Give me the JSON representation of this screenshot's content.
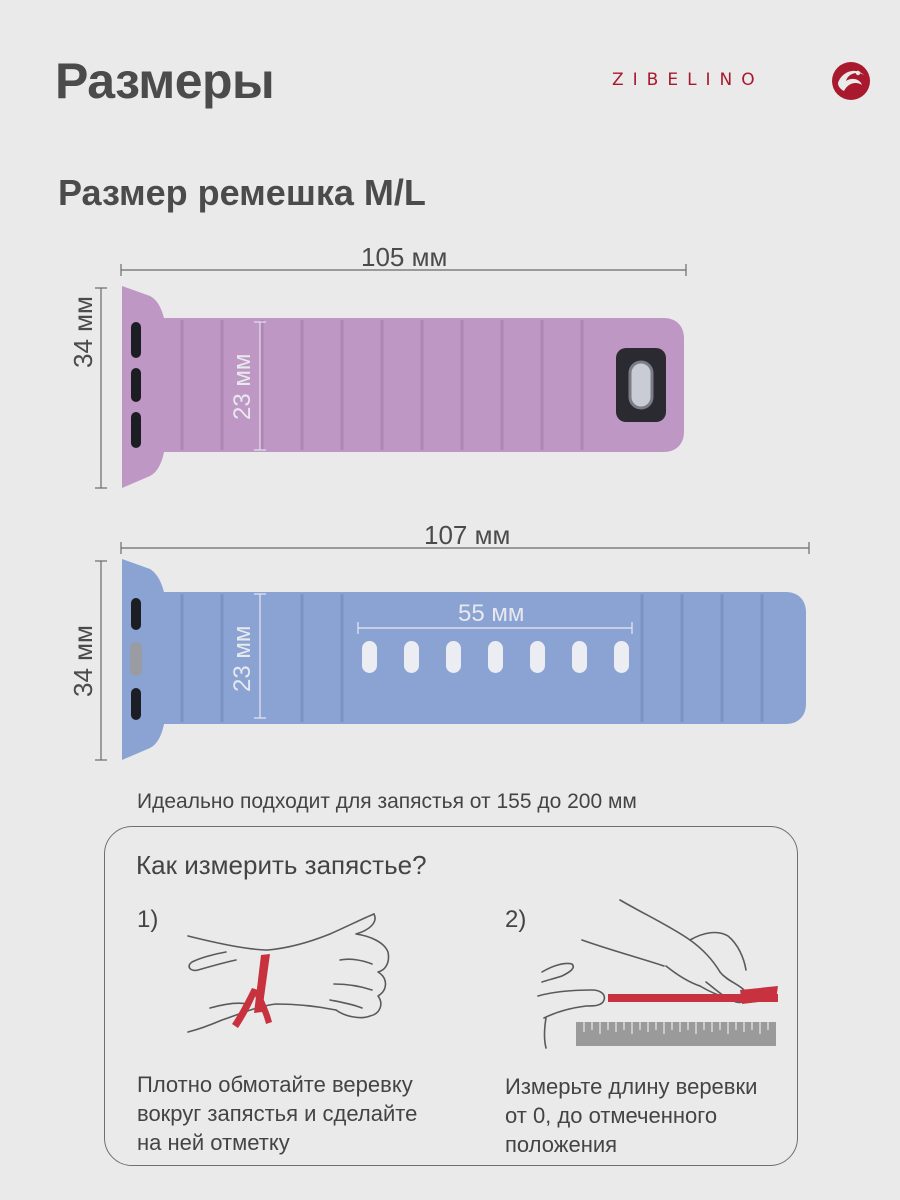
{
  "header": {
    "title": "Размеры",
    "brand": "ZIBELINO"
  },
  "section": {
    "subtitle": "Размер ремешка M/L"
  },
  "strap_top": {
    "color": "#bf97c4",
    "length_label": "105 мм",
    "height_label": "34 мм",
    "inner_height_label": "23 мм"
  },
  "strap_bottom": {
    "color": "#8aa3d2",
    "length_label": "107 мм",
    "height_label": "34 мм",
    "inner_height_label": "23 мм",
    "holes_span_label": "55 мм"
  },
  "fit_text": "Идеально подходит для запястья от 155 до 200 мм",
  "how_to": {
    "title": "Как измерить запястье?",
    "steps": [
      {
        "number": "1)",
        "text": "Плотно обмотайте веревку\nвокруг запястья и сделайте\nна ней отметку"
      },
      {
        "number": "2)",
        "text": "Измерьте длину веревки\nот 0, до отмеченного\nположения"
      }
    ]
  },
  "colors": {
    "accent": "#a8192e",
    "string": "#c8323f",
    "ruler": "#9a9a9a"
  }
}
